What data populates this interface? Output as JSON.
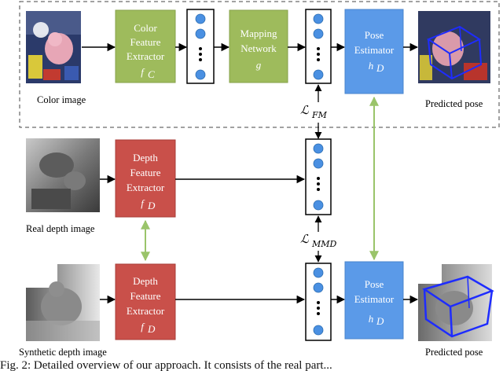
{
  "boxes": {
    "color_extractor": {
      "line1": "Color",
      "line2": "Feature",
      "line3": "Extractor",
      "sym": "f",
      "sub": "C"
    },
    "mapping_network": {
      "line1": "Mapping",
      "line2": "Network",
      "sym": "g"
    },
    "pose_top": {
      "line1": "Pose",
      "line2": "Estimator",
      "sym": "h",
      "sub": "D"
    },
    "depth_real": {
      "line1": "Depth",
      "line2": "Feature",
      "line3": "Extractor",
      "sym": "f",
      "sub": "D"
    },
    "depth_synth": {
      "line1": "Depth",
      "line2": "Feature",
      "line3": "Extractor",
      "sym": "f",
      "sub": "D"
    },
    "pose_bottom": {
      "line1": "Pose",
      "line2": "Estimator",
      "sym": "h",
      "sub": "D"
    }
  },
  "captions": {
    "color_image": "Color image",
    "predicted_pose_top": "Predicted pose",
    "real_depth": "Real depth image",
    "synthetic_depth": "Synthetic depth image",
    "predicted_pose_bottom": "Predicted pose"
  },
  "losses": {
    "fm": {
      "main": "ℒ",
      "sub": "FM"
    },
    "mmd": {
      "main": "ℒ",
      "sub": "MMD"
    }
  },
  "figure_caption": "Fig. 2: Detailed overview of our approach. It consists of the real part..."
}
